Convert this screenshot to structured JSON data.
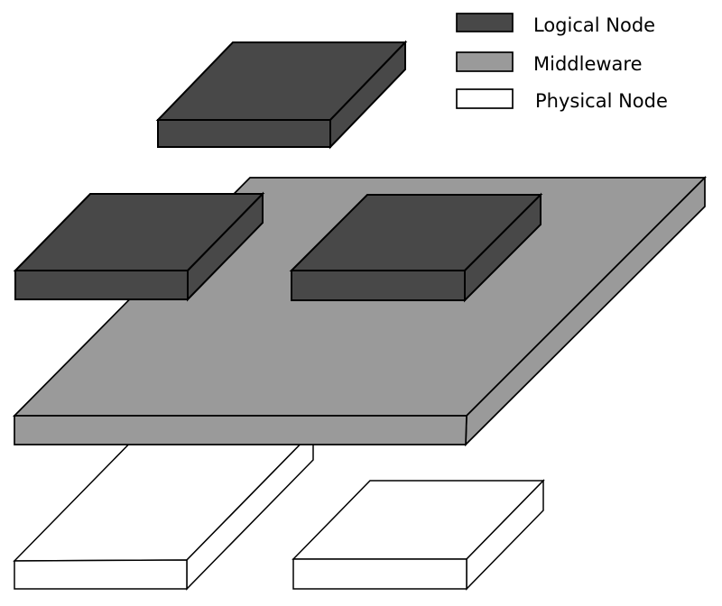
{
  "colors": {
    "logical_node": "#484848",
    "middleware": "#9a9a9a",
    "physical_node": "#ffffff",
    "outline": "#000000",
    "background": "#ffffff"
  },
  "legend": {
    "items": [
      {
        "label": "Logical Node",
        "color": "#484848"
      },
      {
        "label": "Middleware",
        "color": "#9a9a9a"
      },
      {
        "label": "Physical Node",
        "color": "#ffffff"
      }
    ]
  },
  "diagram": {
    "description": "Layered architecture diagram of 3D slabs",
    "blocks": [
      {
        "type": "Logical Node",
        "position": "floating-top"
      },
      {
        "type": "Logical Node",
        "position": "on-middleware-left"
      },
      {
        "type": "Logical Node",
        "position": "on-middleware-right"
      },
      {
        "type": "Middleware",
        "position": "middle-layer"
      },
      {
        "type": "Physical Node",
        "position": "bottom-left"
      },
      {
        "type": "Physical Node",
        "position": "bottom-right"
      }
    ]
  }
}
